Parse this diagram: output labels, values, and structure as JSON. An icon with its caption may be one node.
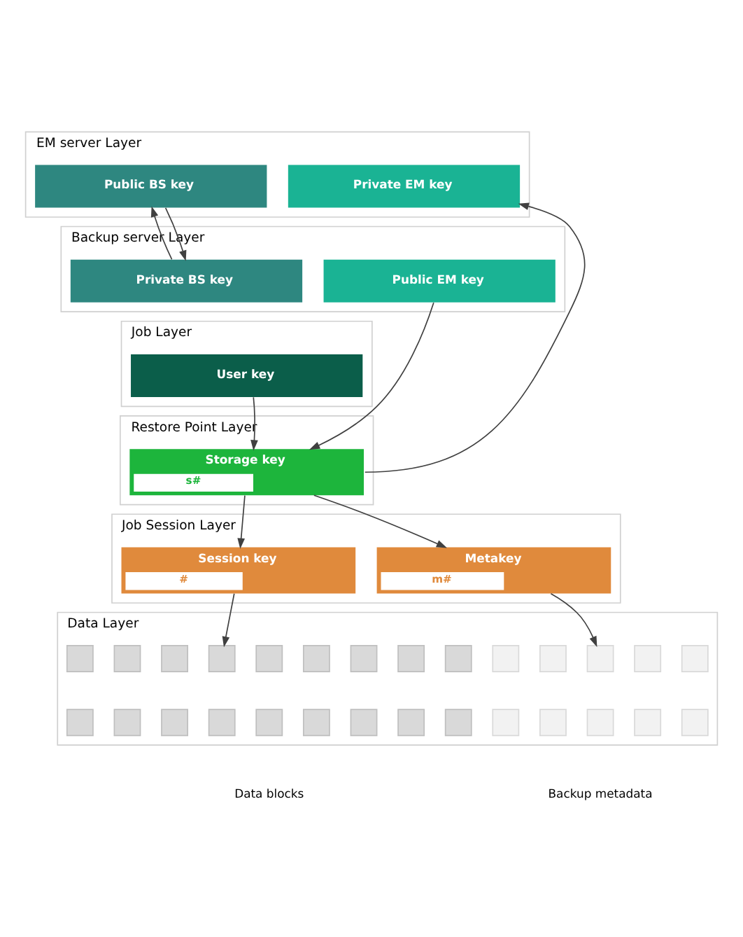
{
  "diagram": {
    "nodes": [
      {
        "text": [
          "EM server Layer"
        ]
      },
      {
        "text": [
          "Public BS key"
        ],
        "in": 0
      },
      {
        "text": [
          "Private EM key"
        ],
        "in": 0
      },
      {
        "text": [
          "Backup server Layer"
        ]
      },
      {
        "text": [
          "Private BS key"
        ],
        "in": 3
      },
      {
        "text": [
          "Public EM key"
        ],
        "in": 3
      },
      {
        "text": [
          "Job Layer"
        ]
      },
      {
        "text": [
          "User key"
        ],
        "in": 6
      },
      {
        "text": [
          "Restore Point Layer"
        ]
      },
      {
        "text": [
          "Storage key",
          "s#"
        ],
        "in": 8
      },
      {
        "text": [
          "Job Session Layer"
        ]
      },
      {
        "text": [
          "Session key",
          "#"
        ],
        "in": 10
      },
      {
        "text": [
          "Metakey",
          "m#"
        ],
        "in": 10
      },
      {
        "text": [
          "Data Layer"
        ]
      },
      {
        "text": [],
        "shape": "box",
        "in": 13
      },
      {
        "text": [],
        "shape": "box",
        "in": 13
      },
      {
        "text": [],
        "shape": "box",
        "in": 13
      },
      {
        "text": [],
        "shape": "box",
        "in": 13
      },
      {
        "text": [],
        "shape": "box",
        "in": 13
      },
      {
        "text": [],
        "shape": "box",
        "in": 13
      },
      {
        "text": [],
        "shape": "box",
        "in": 13
      },
      {
        "text": [],
        "shape": "box",
        "in": 13
      },
      {
        "text": [],
        "shape": "box",
        "in": 13
      },
      {
        "text": [],
        "shape": "box",
        "in": 13
      },
      {
        "text": [],
        "shape": "box",
        "in": 13
      },
      {
        "text": [],
        "shape": "box",
        "in": 13
      },
      {
        "text": [],
        "shape": "box",
        "in": 13
      },
      {
        "text": [],
        "shape": "box",
        "in": 13
      },
      {
        "text": [],
        "shape": "box",
        "in": 13
      },
      {
        "text": [],
        "shape": "box",
        "in": 13
      },
      {
        "text": [],
        "shape": "box",
        "in": 13
      },
      {
        "text": [],
        "shape": "box",
        "in": 13
      },
      {
        "text": [],
        "shape": "box",
        "in": 13
      },
      {
        "text": [],
        "shape": "box",
        "in": 13
      },
      {
        "text": [],
        "shape": "box",
        "in": 13
      },
      {
        "text": [],
        "shape": "box",
        "in": 13
      },
      {
        "text": [],
        "shape": "box",
        "in": 13
      },
      {
        "text": [],
        "shape": "box",
        "in": 13
      },
      {
        "text": [],
        "shape": "box",
        "in": 13
      },
      {
        "text": [],
        "shape": "box",
        "in": 13
      },
      {
        "text": [],
        "shape": "box",
        "in": 13
      },
      {
        "text": [],
        "shape": "box",
        "in": 13
      }
    ],
    "edges": [
      {
        "from": 1,
        "to": 4,
        "arrow": "to"
      },
      {
        "from": 4,
        "to": 1,
        "arrow": "to"
      },
      {
        "from": 9,
        "to": 2,
        "arrow": "to"
      },
      {
        "from": 5,
        "to": 9,
        "arrow": "to"
      },
      {
        "from": 7,
        "to": 9,
        "arrow": "to"
      },
      {
        "from": 9,
        "to": 11,
        "arrow": "to"
      },
      {
        "from": 9,
        "to": 12,
        "arrow": "to"
      },
      {
        "from": 11,
        "to": 17,
        "arrow": "to"
      },
      {
        "from": 12,
        "to": 34,
        "arrow": "to"
      }
    ],
    "labels": [
      "Data blocks",
      "Backup metadata"
    ]
  }
}
